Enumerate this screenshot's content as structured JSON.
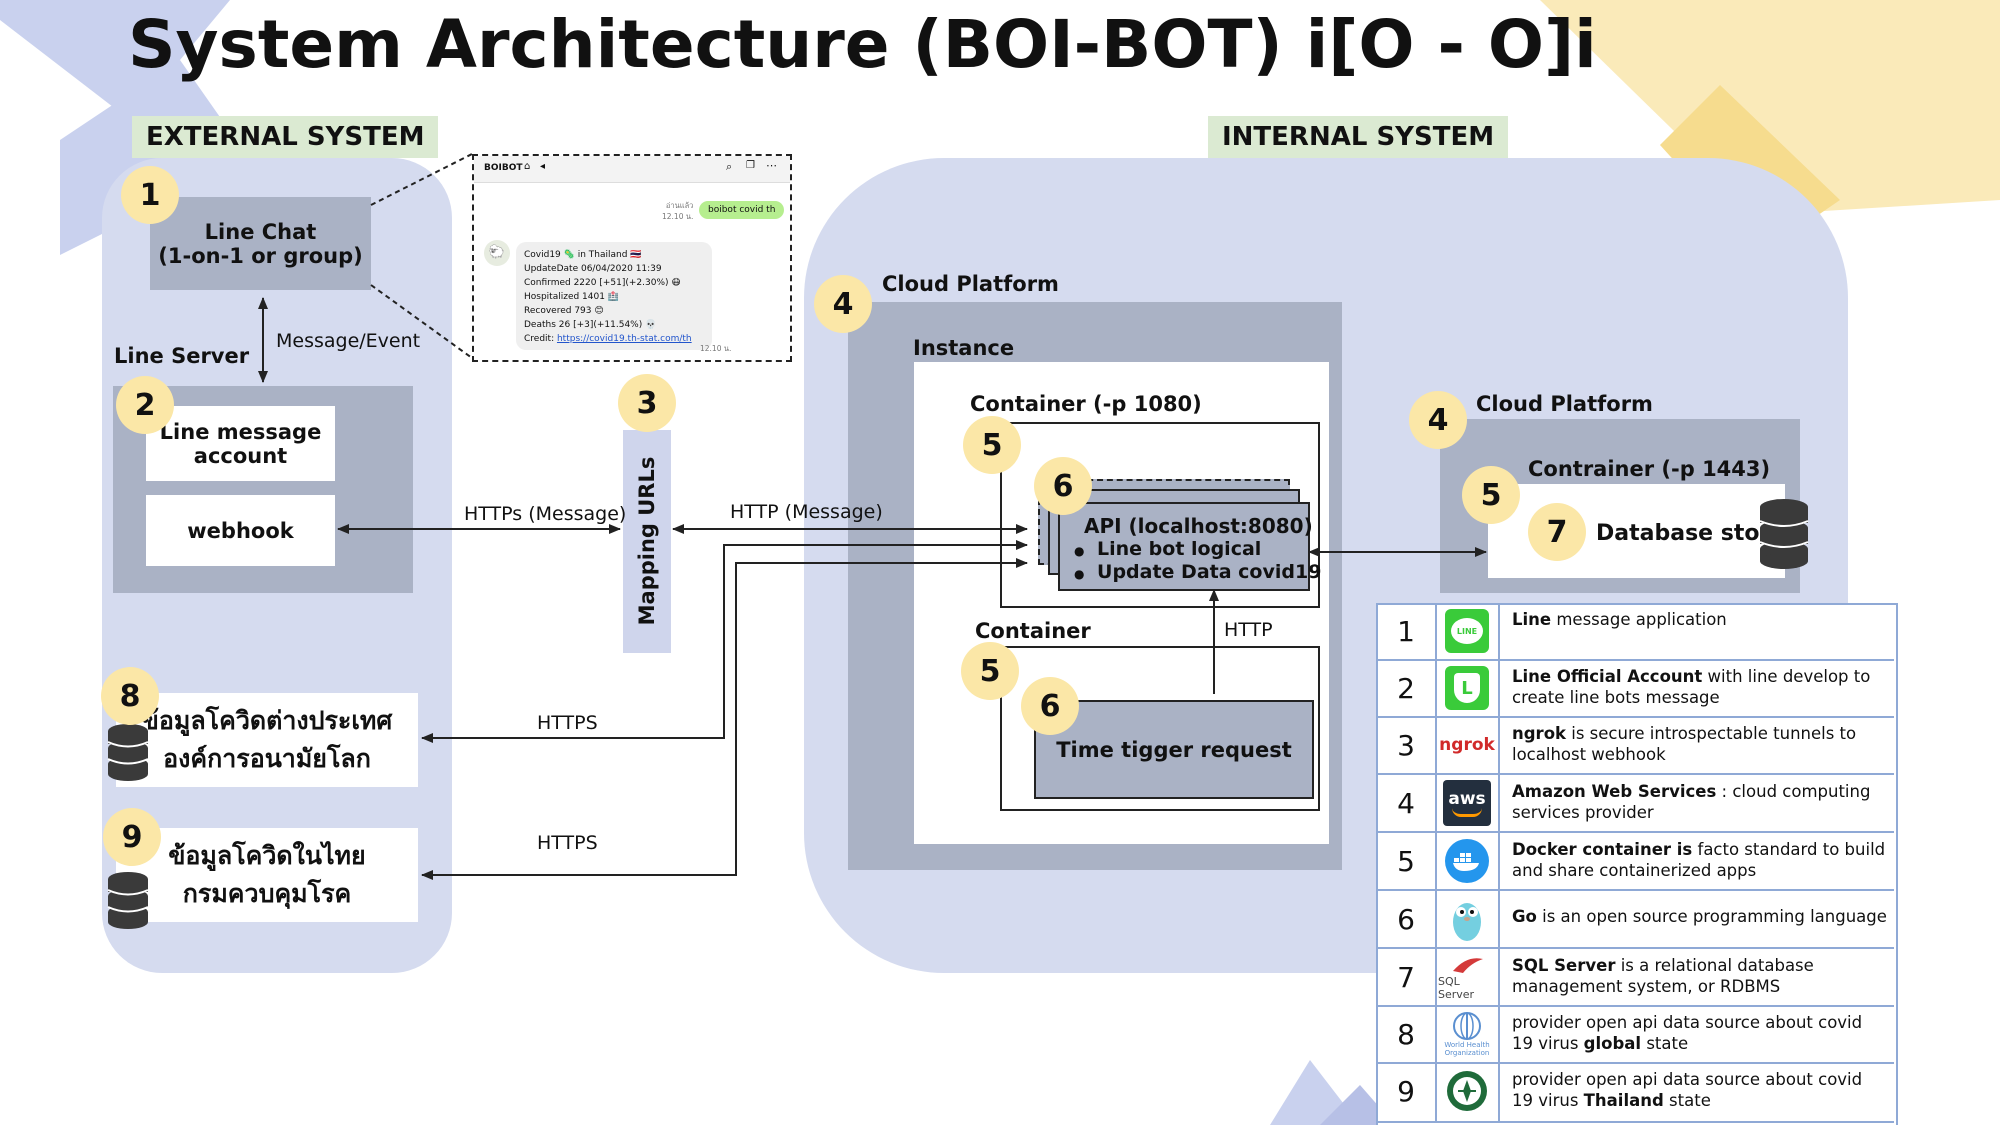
{
  "title": "System Architecture (BOI-BOT)    i[O - O]i",
  "external_label": "EXTERNAL SYSTEM",
  "internal_label": "INTERNAL SYSTEM",
  "line_chat": {
    "line1": "Line Chat",
    "line2": "(1-on-1 or group)"
  },
  "line_server_label": "Line Server",
  "line_message_account": {
    "line1": "Line message",
    "line2": "account"
  },
  "webhook": "webhook",
  "mapping_urls": "Mapping URLs",
  "edges": {
    "message_event": "Message/Event",
    "https_message": "HTTPs (Message)",
    "http_message": "HTTP (Message)",
    "https_1": "HTTPS",
    "https_2": "HTTPS",
    "http": "HTTP"
  },
  "cloud_platform_left": "Cloud Platform",
  "instance": "Instance",
  "container_1080": "Container (-p 1080)",
  "api_box": {
    "title": "API (localhost:8080)",
    "bullet1": "Line bot logical",
    "bullet2": "Update Data covid19"
  },
  "container_2": "Container",
  "time_trigger": "Time tigger request",
  "cloud_platform_right": "Cloud Platform",
  "container_1443": "Contrainer (-p 1443)",
  "database_store": "Database store",
  "source_8": {
    "line1": "ข้อมูลโควิดต่างประเทศ",
    "line2": "องค์การอนามัยโลก"
  },
  "source_9": {
    "line1": "ข้อมูลโควิดในไทย",
    "line2": "กรมควบคุมโรค"
  },
  "badges": [
    "1",
    "2",
    "3",
    "4",
    "4",
    "5",
    "5",
    "5",
    "6",
    "6",
    "7",
    "8",
    "9"
  ],
  "chat": {
    "app": "BOIBOT",
    "user_msg": "boibot covid th",
    "user_meta1": "อ่านแล้ว",
    "user_meta2": "12.10 น.",
    "bot_lines": [
      "Covid19 🦠 in Thailand 🇹🇭",
      "UpdateDate 06/04/2020 11:39",
      "Confirmed 2220 [+51](+2.30%) 😷",
      "Hospitalized 1401 🏥",
      "Recovered 793 😊",
      "Deaths 26 [+3](+11.54%) 💀"
    ],
    "credit_label": "Credit: ",
    "credit_link": "https://covid19.th-stat.com/th",
    "bot_time": "12.10 น."
  },
  "legend": [
    {
      "num": "1",
      "icon": "line-icon",
      "bold": "Line",
      "text": " message application"
    },
    {
      "num": "2",
      "icon": "line-official-icon",
      "bold": "Line Official Account",
      "text": " with line develop to create line bots message"
    },
    {
      "num": "3",
      "icon": "ngrok-icon",
      "icon_text": "ngrok",
      "bold": "ngrok",
      "text": " is secure introspectable tunnels to localhost webhook"
    },
    {
      "num": "4",
      "icon": "aws-icon",
      "icon_text": "aws",
      "bold": "Amazon Web Services",
      "text": " : cloud computing services provider"
    },
    {
      "num": "5",
      "icon": "docker-icon",
      "bold": "Docker container is",
      "text": " facto standard to build and share containerized apps"
    },
    {
      "num": "6",
      "icon": "go-gopher-icon",
      "bold": "Go",
      "text": " is an open source programming language"
    },
    {
      "num": "7",
      "icon": "sql-server-icon",
      "icon_text": "SQL Server",
      "bold": "SQL Server",
      "text": " is a relational database management system, or RDBMS"
    },
    {
      "num": "8",
      "icon": "who-icon",
      "icon_text": "World Health Organization",
      "pre": "provider open api data source about covid 19 virus ",
      "bold": "global",
      "text": " state"
    },
    {
      "num": "9",
      "icon": "ddc-thailand-icon",
      "pre": "provider open api data source about covid 19 virus ",
      "bold": "Thailand",
      "text": " state"
    }
  ],
  "colors": {
    "panel": "#d5dbef",
    "grey": "#aab2c5",
    "badge": "#fbe7a7",
    "tag": "#dbead2",
    "legend_border": "#8fa9d6"
  }
}
